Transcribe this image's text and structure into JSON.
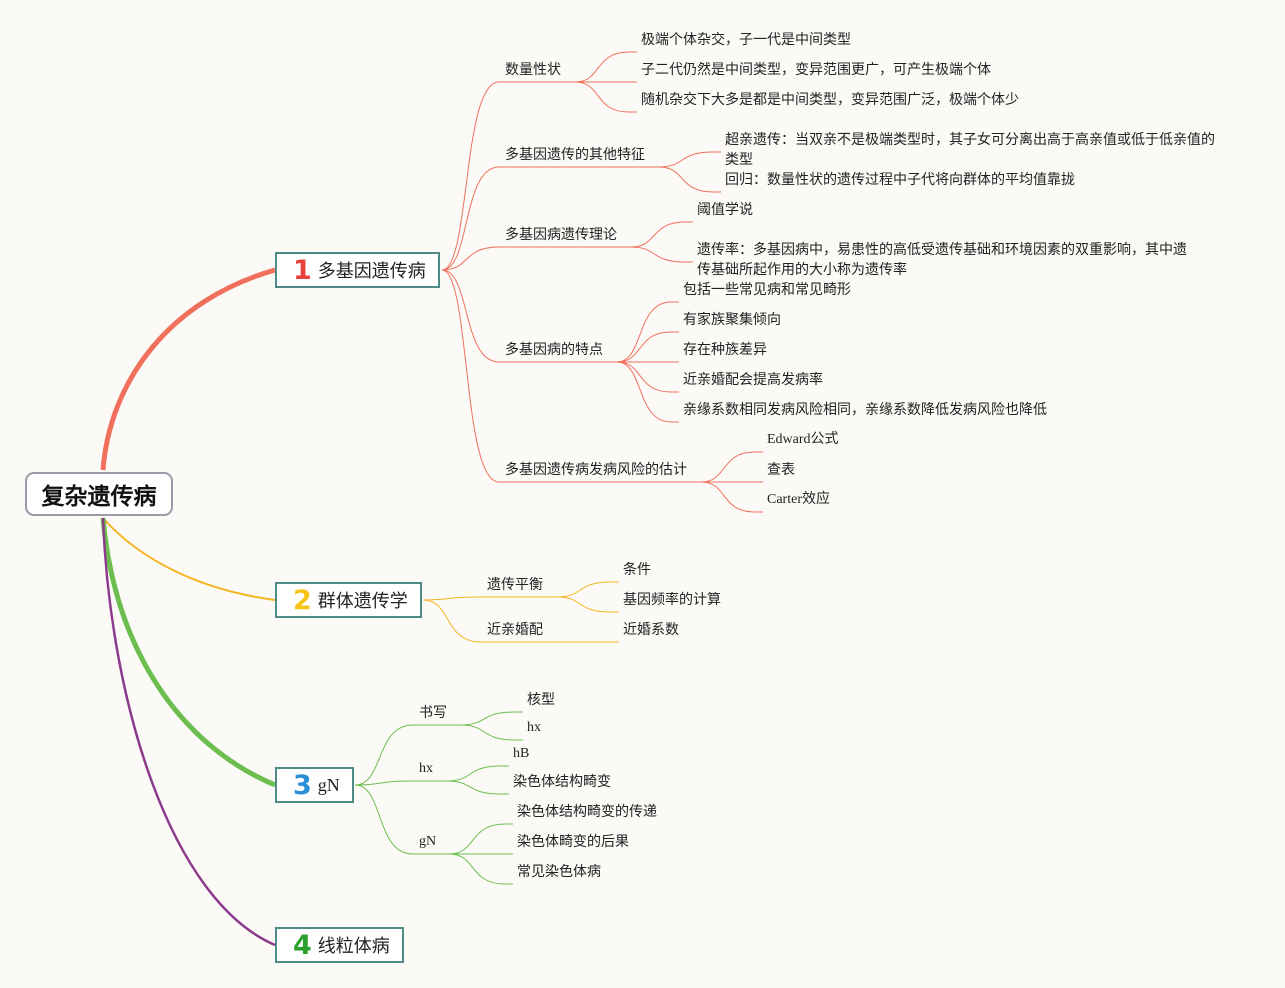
{
  "root": "复杂遗传病",
  "colors": {
    "b1": "#f0705c",
    "b2": "#f5b521",
    "b3": "#6cbf4f",
    "b4": "#8c3a8c"
  },
  "branches": [
    {
      "num": "1",
      "num_color": "#e8413a",
      "label": "多基因遗传病",
      "children": [
        {
          "label": "数量性状",
          "children": [
            "极端个体杂交，子一代是中间类型",
            "子二代仍然是中间类型，变异范围更广，可产生极端个体",
            "随机杂交下大多是都是中间类型，变异范围广泛，极端个体少"
          ]
        },
        {
          "label": "多基因遗传的其他特征",
          "children": [
            "超亲遗传：当双亲不是极端类型时，其子女可分离出高于高亲值或低于低亲值的类型",
            "回归：数量性状的遗传过程中子代将向群体的平均值靠拢"
          ]
        },
        {
          "label": "多基因病遗传理论",
          "children": [
            "阈值学说",
            "遗传率：多基因病中，易患性的高低受遗传基础和环境因素的双重影响，其中遗传基础所起作用的大小称为遗传率"
          ]
        },
        {
          "label": "多基因病的特点",
          "children": [
            "包括一些常见病和常见畸形",
            "有家族聚集倾向",
            "存在种族差异",
            "近亲婚配会提高发病率",
            "亲缘系数相同发病风险相同，亲缘系数降低发病风险也降低"
          ]
        },
        {
          "label": "多基因遗传病发病风险的估计",
          "children": [
            "Edward公式",
            "查表",
            "Carter效应"
          ]
        }
      ]
    },
    {
      "num": "2",
      "num_color": "#f5c518",
      "label": "群体遗传学",
      "children": [
        {
          "label": "遗传平衡",
          "children": [
            "条件",
            "基因频率的计算"
          ]
        },
        {
          "label": "近亲婚配",
          "children": [
            "近婚系数"
          ]
        }
      ]
    },
    {
      "num": "3",
      "num_color": "#2a8fd6",
      "label": "gN",
      "children": [
        {
          "label": "书写",
          "children": [
            "核型",
            "hx"
          ]
        },
        {
          "label": "hx",
          "children": [
            "hB",
            "染色体结构畸变"
          ]
        },
        {
          "label": "gN",
          "children": [
            "染色体结构畸变的传递",
            "染色体畸变的后果",
            "常见染色体病"
          ]
        }
      ]
    },
    {
      "num": "4",
      "num_color": "#2ca02c",
      "label": "线粒体病",
      "children": []
    }
  ]
}
